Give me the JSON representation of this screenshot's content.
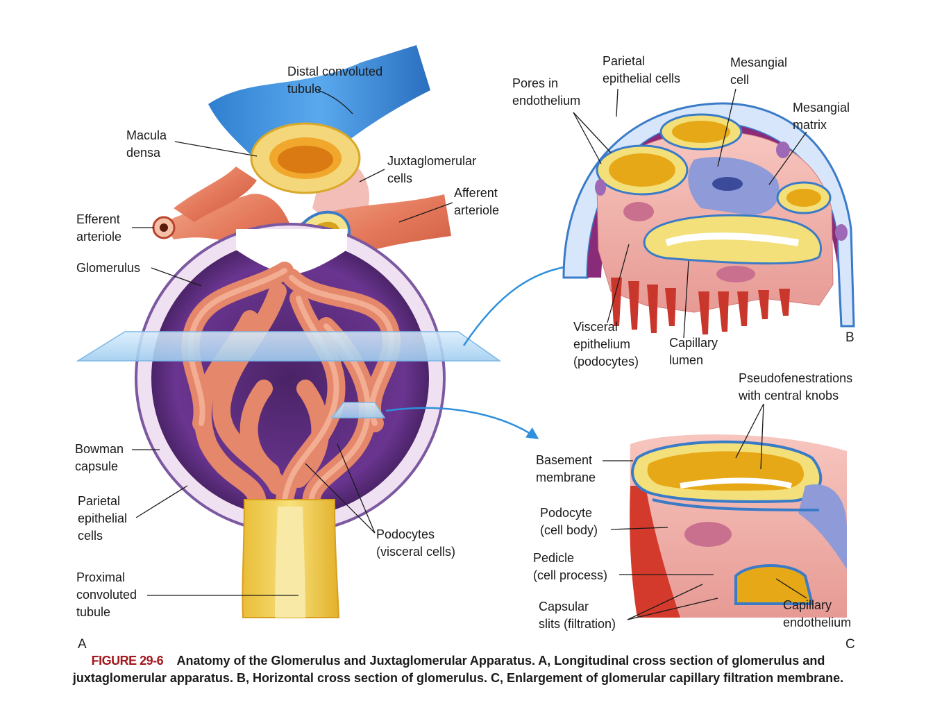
{
  "labels": {
    "distal_convoluted_tubule": "Distal convoluted\ntubule",
    "macula_densa": "Macula\ndensa",
    "juxtaglomerular_cells": "Juxtaglomerular\ncells",
    "afferent_arteriole": "Afferent\narteriole",
    "efferent_arteriole": "Efferent\narteriole",
    "glomerulus": "Glomerulus",
    "bowman_capsule": "Bowman\ncapsule",
    "parietal_epithelial_cells_a": "Parietal\nepithelial\ncells",
    "proximal_convoluted_tubule": "Proximal\nconvoluted\ntubule",
    "podocytes_visceral_cells": "Podocytes\n(visceral cells)",
    "pores_in_endothelium": "Pores in\nendothelium",
    "parietal_epithelial_cells_b": "Parietal\nepithelial cells",
    "mesangial_cell": "Mesangial\ncell",
    "mesangial_matrix": "Mesangial\nmatrix",
    "visceral_epithelium": "Visceral\nepithelium\n(podocytes)",
    "capillary_lumen": "Capillary\nlumen",
    "pseudofenestrations": "Pseudofenestrations\nwith central knobs",
    "basement_membrane": "Basement\nmembrane",
    "podocyte_cell_body": "Podocyte\n(cell body)",
    "pedicle": "Pedicle\n(cell process)",
    "capsular_slits": "Capsular\nslits (filtration)",
    "capillary_endothelium": "Capillary\nendothelium"
  },
  "panels": {
    "a": "A",
    "b": "B",
    "c": "C"
  },
  "caption": {
    "figure_number": "FIGURE 29-6",
    "text": "Anatomy of the Glomerulus and Juxtaglomerular Apparatus. A, Longitudinal cross section of glomerulus and juxtaglomerular apparatus. B, Horizontal cross section of glomerulus. C, Enlargement of glomerular capillary filtration membrane."
  },
  "colors": {
    "tubule_blue": "#3a8fd9",
    "vessel_salmon": "#e98a6c",
    "capsule_purple": "#5b2a78",
    "tubule_yellow": "#f2d14b",
    "arrow_blue": "#2f8fdc",
    "figure_red": "#a3161c"
  }
}
